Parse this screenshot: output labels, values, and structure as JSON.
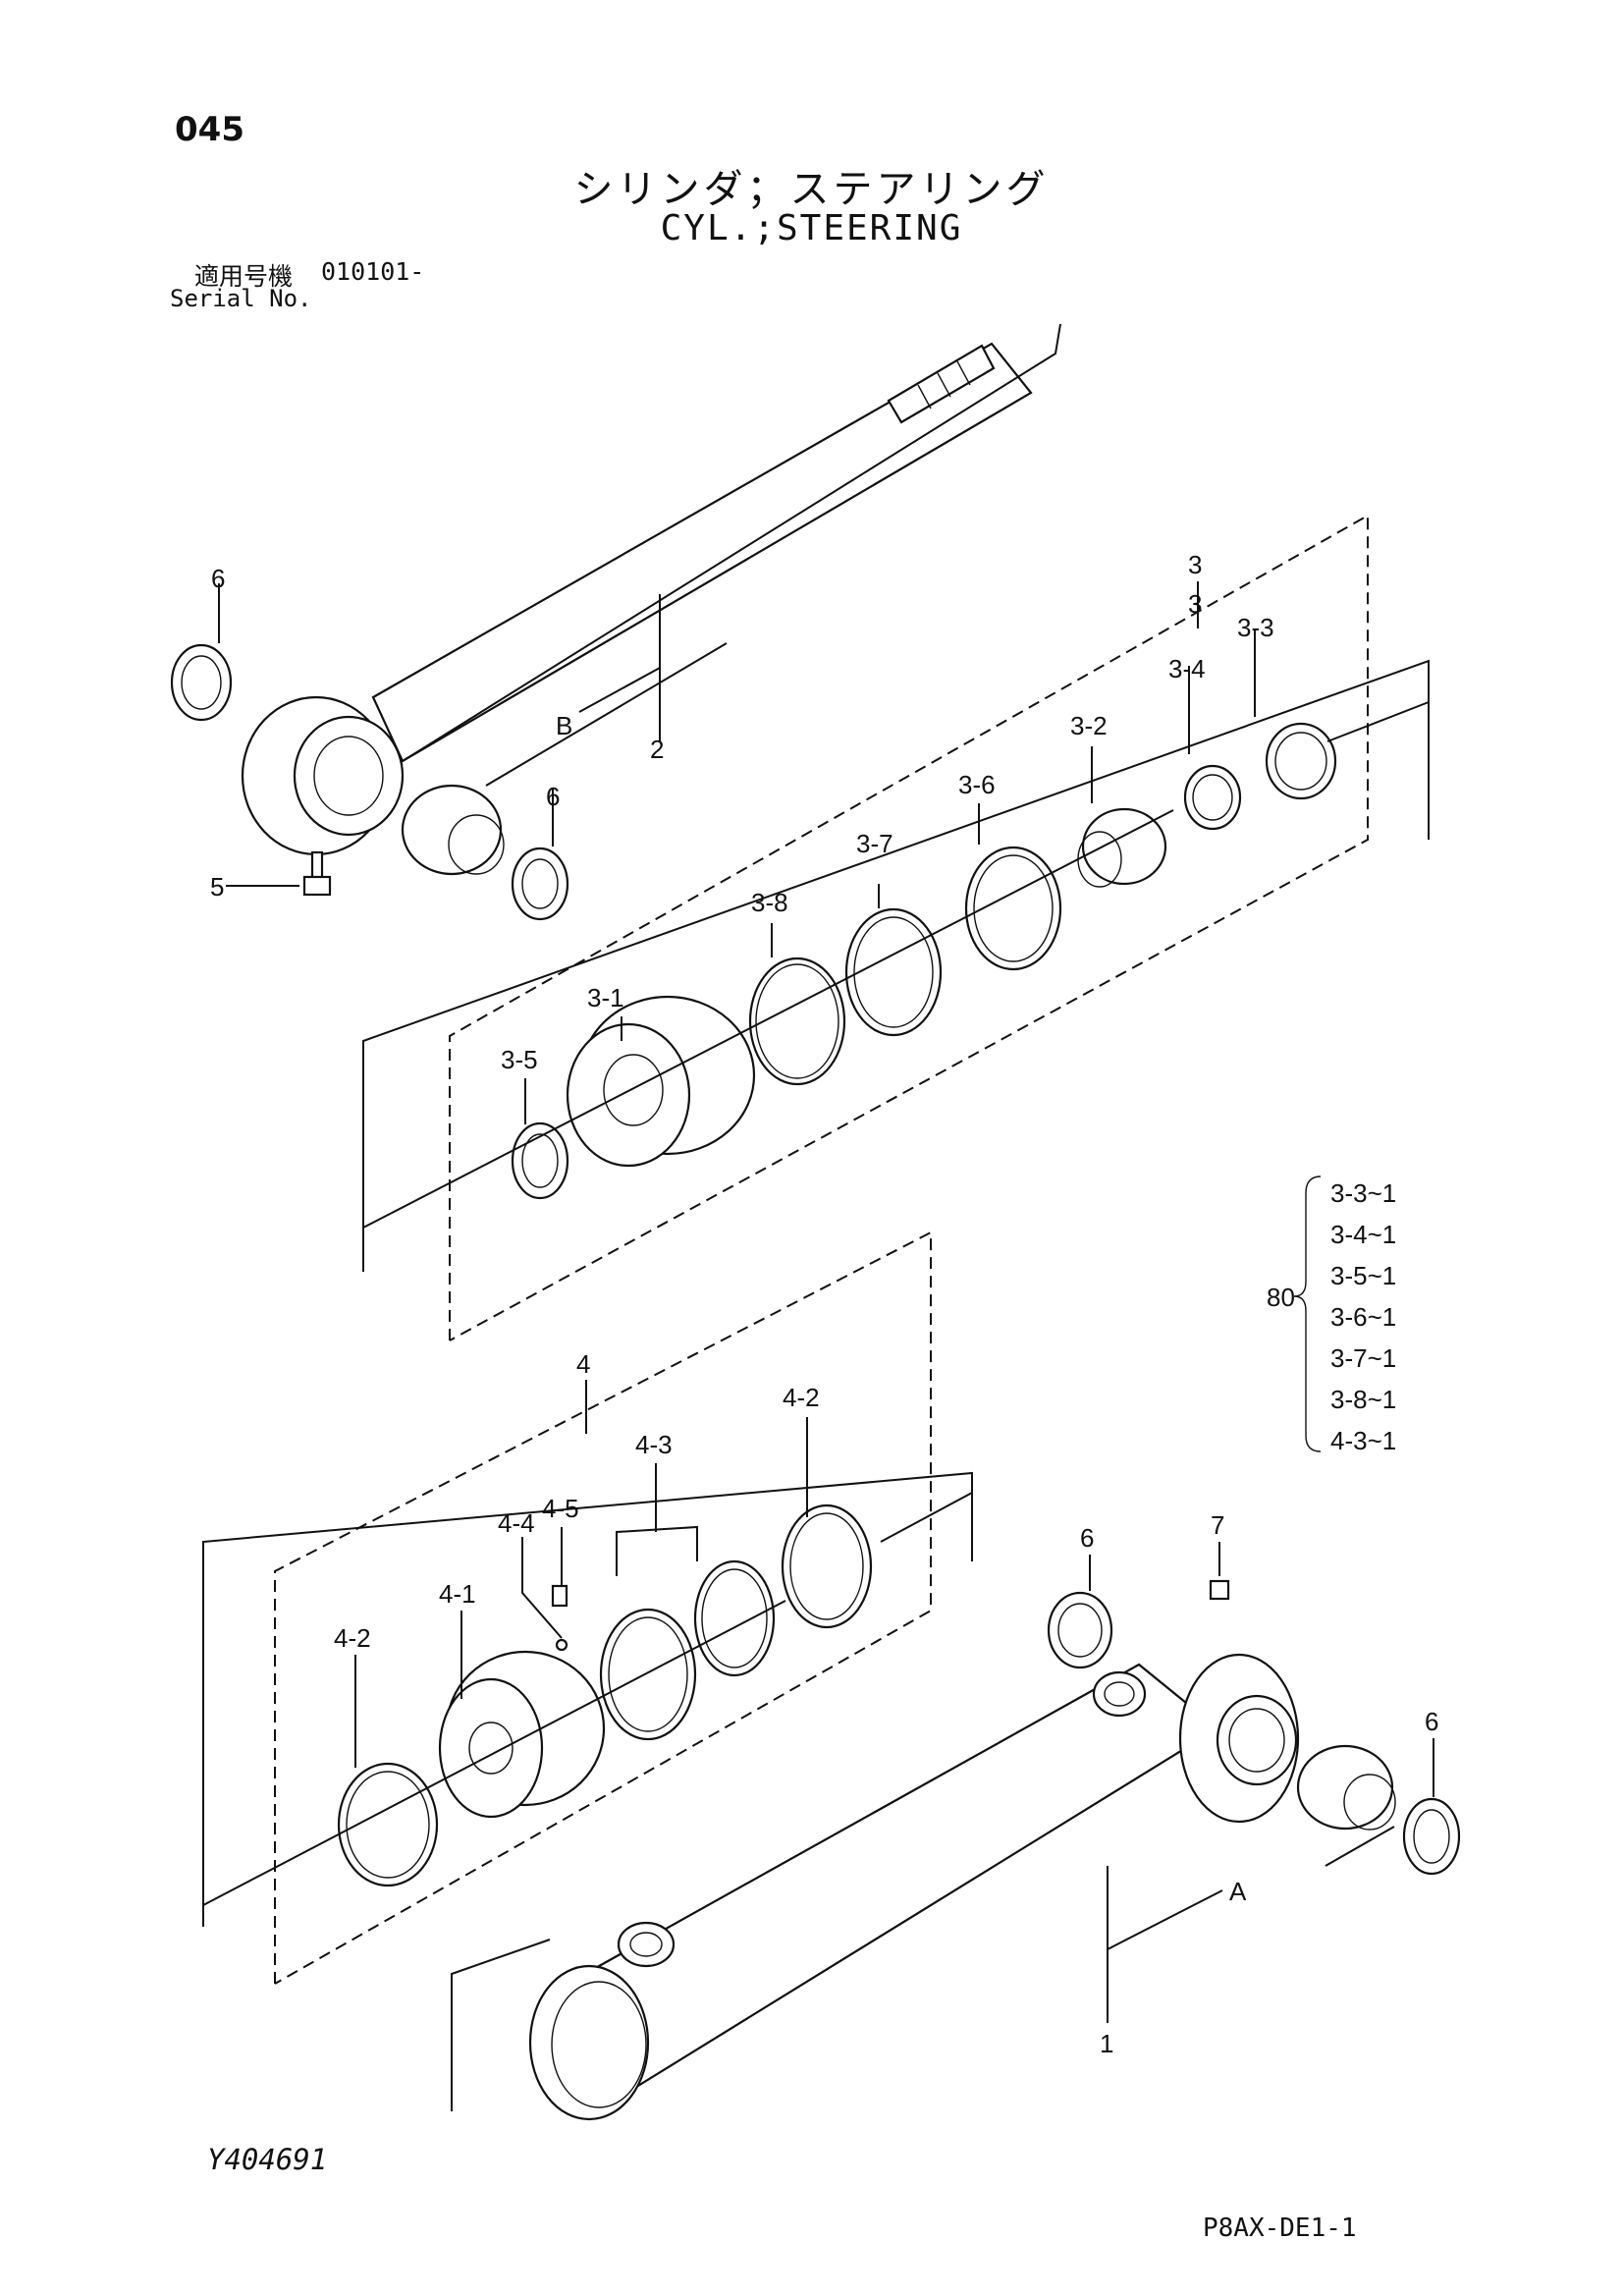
{
  "header": {
    "page_no": "045",
    "title_jp": "シリンダ；ステアリング",
    "title_en": "CYL.;STEERING",
    "serial_label_jp": "適用号機",
    "serial_value": "010101-",
    "serial_label_en": "Serial No."
  },
  "footer": {
    "diagram_code": "Y404691",
    "page_code": "P8AX-DE1-1"
  },
  "callouts": {
    "c6a": "6",
    "c2": "2",
    "cB": "B",
    "c6b": "6",
    "c5": "5",
    "c3": "3",
    "c3_sub": "3",
    "c3_3": "3-3",
    "c3_4": "3-4",
    "c3_2": "3-2",
    "c3_6": "3-6",
    "c3_7": "3-7",
    "c3_8": "3-8",
    "c3_1": "3-1",
    "c3_5": "3-5",
    "c4": "4",
    "c4_2a": "4-2",
    "c4_3": "4-3",
    "c4_5": "4-5",
    "c4_4": "4-4",
    "c4_1": "4-1",
    "c4_2b": "4-2",
    "c6c": "6",
    "c7": "7",
    "c6d": "6",
    "cA": "A",
    "c1": "1"
  },
  "kit": {
    "number": "80",
    "items": [
      "3-3~1",
      "3-4~1",
      "3-5~1",
      "3-6~1",
      "3-7~1",
      "3-8~1",
      "4-3~1"
    ]
  }
}
